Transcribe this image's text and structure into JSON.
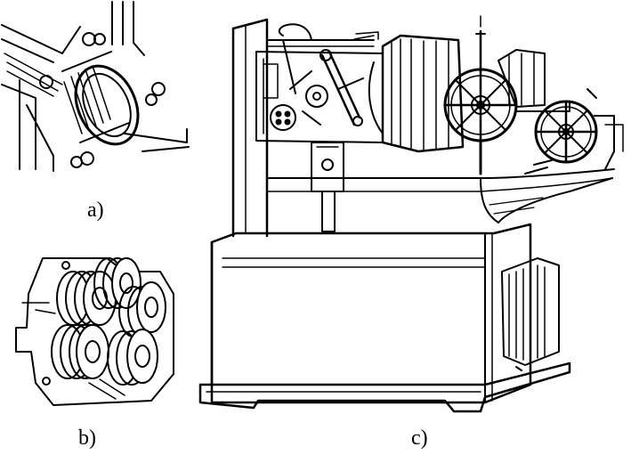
{
  "captions": {
    "a": "a)",
    "b": "b)",
    "c": "c)"
  },
  "colors": {
    "ink": "#000000",
    "paper": "#ffffff"
  },
  "figures": [
    {
      "id": "a",
      "icon": "pipe-roller-detail-icon"
    },
    {
      "id": "b",
      "icon": "roller-head-icon"
    },
    {
      "id": "c",
      "icon": "machine-tool-icon"
    }
  ]
}
